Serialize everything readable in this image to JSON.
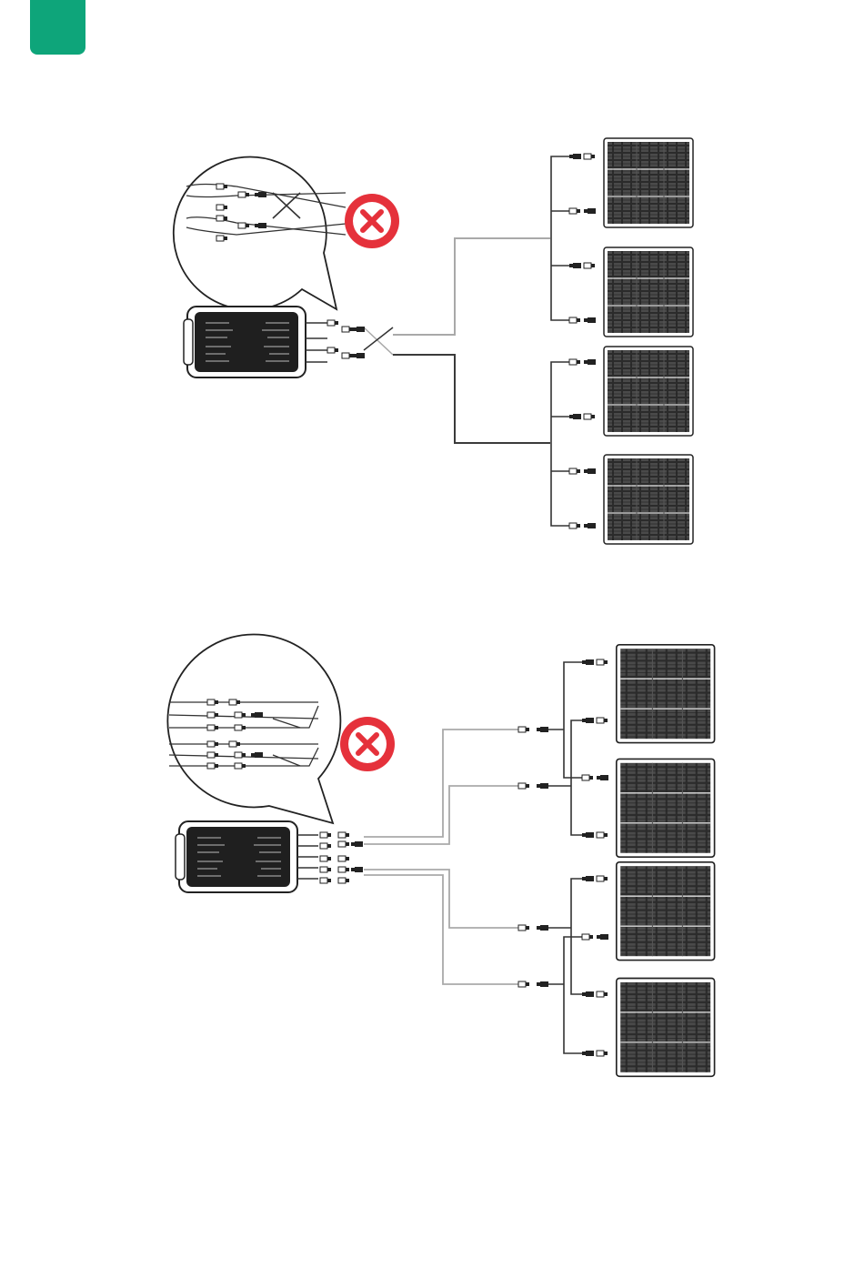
{
  "page": {
    "accent_color": "#0ea57a",
    "wrong_color": "#e5313b",
    "dark_wire": "#3a3a3a",
    "light_wire": "#a9a9a9",
    "panel_color": "#2a2a2a"
  },
  "diagrams": [
    {
      "name": "incorrect-wiring-1",
      "status": "incorrect",
      "status_icon": "red-x-icon",
      "inset_detail": "magnifier-callout",
      "power_station": "inverter-unit",
      "solar_panels": 4
    },
    {
      "name": "incorrect-wiring-2",
      "status": "incorrect",
      "status_icon": "red-x-icon",
      "inset_detail": "magnifier-callout",
      "power_station": "inverter-unit",
      "solar_panels": 4
    }
  ]
}
